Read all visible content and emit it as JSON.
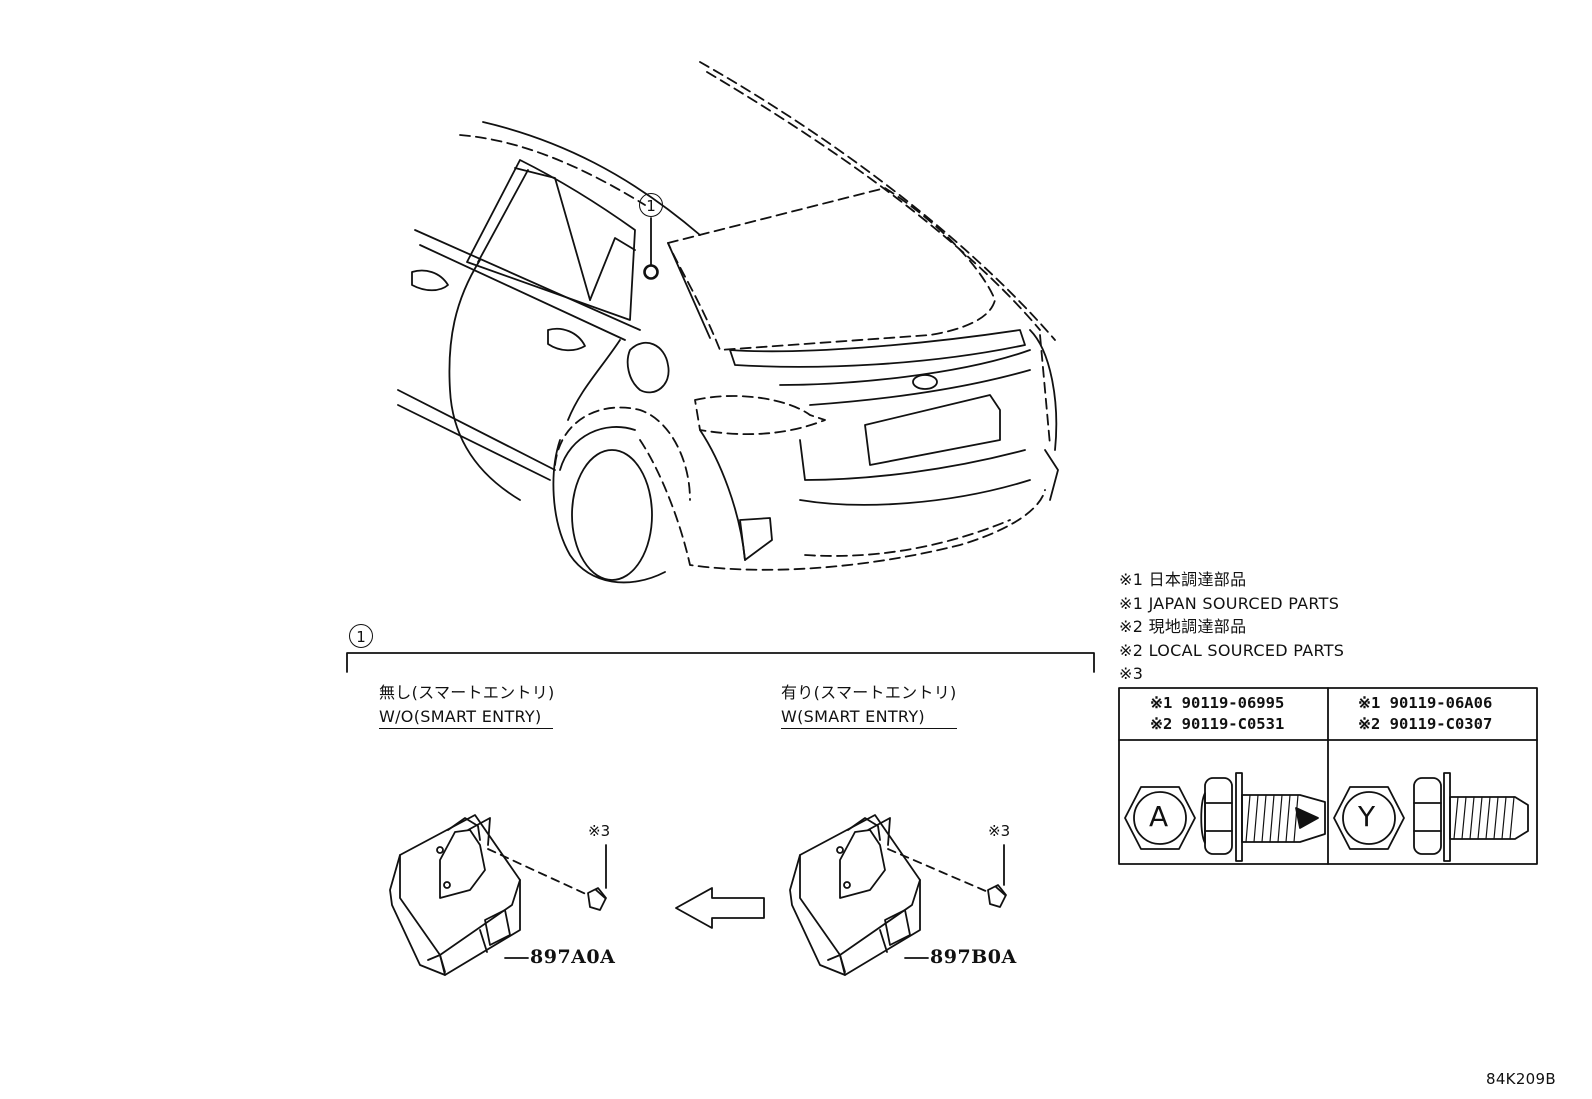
{
  "callouts": {
    "car_callout": "1",
    "section_callout": "1"
  },
  "variants": {
    "without": {
      "label_jp": "無し(スマートエントリ)",
      "label_en": "W/O(SMART ENTRY)",
      "part_no": "897A0A",
      "bolt_note": "※3"
    },
    "with": {
      "label_jp": "有り(スマートエントリ)",
      "label_en": "W(SMART ENTRY)",
      "part_no": "897B0A",
      "bolt_note": "※3"
    }
  },
  "legend": {
    "line1": "※1 日本調達部品",
    "line2": "※1 JAPAN SOURCED PARTS",
    "line3": "※2 現地調達部品",
    "line4": "※2 LOCAL SOURCED PARTS",
    "line5": "※3"
  },
  "bolt_table": {
    "col_a": {
      "row1": "※1 90119-06995",
      "row2": "※2 90119-C0531",
      "head_mark": "A"
    },
    "col_y": {
      "row1": "※1 90119-06A06",
      "row2": "※2 90119-C0307",
      "head_mark": "Y"
    }
  },
  "diagram_code": "84K209B"
}
